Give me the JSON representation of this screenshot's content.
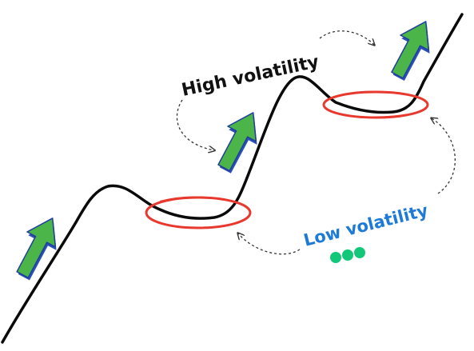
{
  "labels": {
    "high": "High volatility",
    "low": "Low volatility"
  },
  "colors": {
    "curve": "#0a0a0a",
    "ellipse": "#e8392e",
    "arrow_fill": "#4bb54a",
    "arrow_shadow": "#2a50b8",
    "high_text": "#111111",
    "low_text": "#1d7ad6",
    "dots": "#12c67a"
  },
  "dots_count": 3
}
